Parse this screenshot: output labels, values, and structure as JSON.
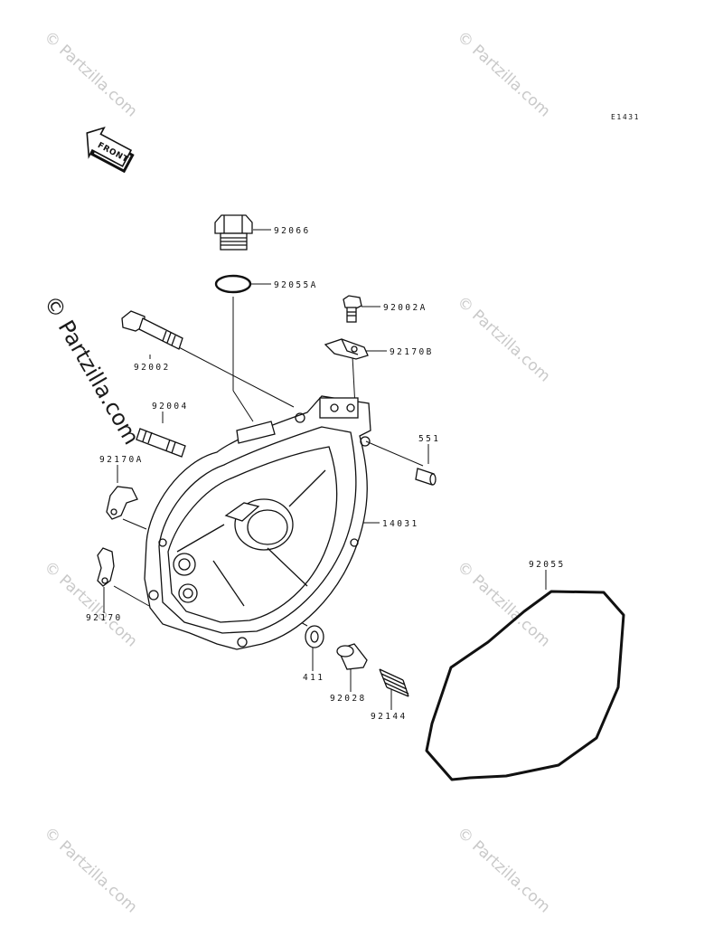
{
  "diagram_code": "E1431",
  "front_arrow_text": "FRONT",
  "watermark_text": "© Partzilla.com",
  "watermark_large_text": "© Partzilla.com",
  "parts": [
    {
      "id": "p92066",
      "label": "92066"
    },
    {
      "id": "p92055A",
      "label": "92055A"
    },
    {
      "id": "p92002A",
      "label": "92002A"
    },
    {
      "id": "p92170B",
      "label": "92170B"
    },
    {
      "id": "p92002",
      "label": "92002"
    },
    {
      "id": "p92004",
      "label": "92004"
    },
    {
      "id": "p551",
      "label": "551"
    },
    {
      "id": "p92170A",
      "label": "92170A"
    },
    {
      "id": "p14031",
      "label": "14031"
    },
    {
      "id": "p92055",
      "label": "92055"
    },
    {
      "id": "p92170",
      "label": "92170"
    },
    {
      "id": "p411",
      "label": "411"
    },
    {
      "id": "p92028",
      "label": "92028"
    },
    {
      "id": "p92144",
      "label": "92144"
    }
  ]
}
